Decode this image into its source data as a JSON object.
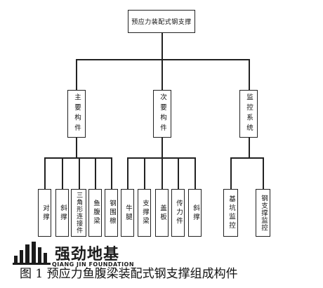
{
  "root": "预应力装配式钢支撑",
  "groups": [
    {
      "label": "主要构件",
      "children": [
        "对撑",
        "斜撑",
        "三角形连接件",
        "鱼腹梁",
        "钢围檩"
      ]
    },
    {
      "label": "次要构件",
      "children": [
        "牛腿",
        "支撑梁",
        "盖板",
        "传力件",
        "斜撑"
      ]
    },
    {
      "label": "监控系统",
      "children": [
        "基坑监控",
        "钢支撑监控"
      ]
    }
  ],
  "watermark": {
    "name": "强劲地基",
    "sub": "QIANG JIN FOUNDATION"
  },
  "caption": "图 1  预应力鱼腹梁装配式钢支撑组成构件"
}
